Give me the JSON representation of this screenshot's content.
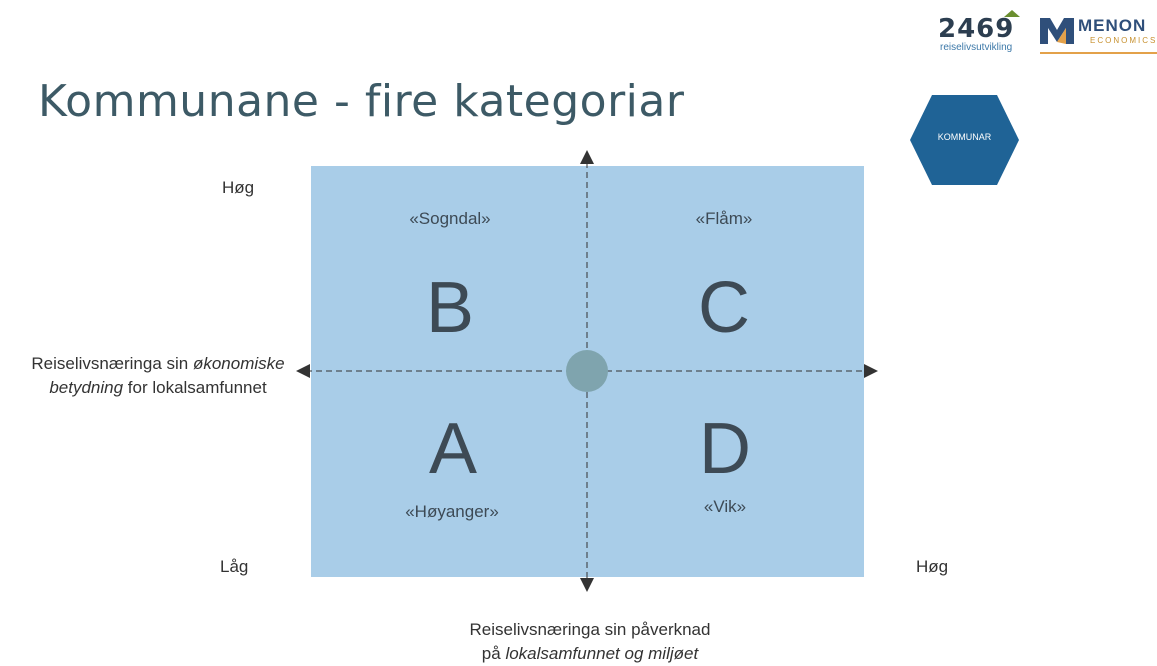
{
  "header": {
    "title": "Kommunane - fire kategoriar",
    "logo_2469": {
      "number": "2469",
      "subtitle": "reiselivsutvikling"
    },
    "logo_menon": {
      "name": "MENON",
      "subtitle": "ECONOMICS"
    },
    "badge": "KOMMUNAR"
  },
  "matrix": {
    "y_axis": {
      "high": "Høg",
      "low": "Låg",
      "label_line1_plain": "Reiselivsnæringa sin ",
      "label_line1_italic": "økonomiske",
      "label_line2_italic": "betydning",
      "label_line2_plain": " for lokalsamfunnet"
    },
    "x_axis": {
      "high": "Høg",
      "label_line1": "Reiselivsnæringa sin påverknad",
      "label_line2_plain": "på ",
      "label_line2_italic": "lokalsamfunnet og miljøet"
    },
    "quadrants": {
      "top_left": {
        "letter": "B",
        "example": "«Sogndal»"
      },
      "top_right": {
        "letter": "C",
        "example": "«Flåm»"
      },
      "bottom_left": {
        "letter": "A",
        "example": "«Høyanger»"
      },
      "bottom_right": {
        "letter": "D",
        "example": "«Vik»"
      }
    }
  },
  "colors": {
    "grid_fill": "#a9cde8",
    "badge_fill": "#1f6396",
    "center_dot": "#7fa4ae",
    "axis": "#333333",
    "title": "#3d5a66"
  }
}
